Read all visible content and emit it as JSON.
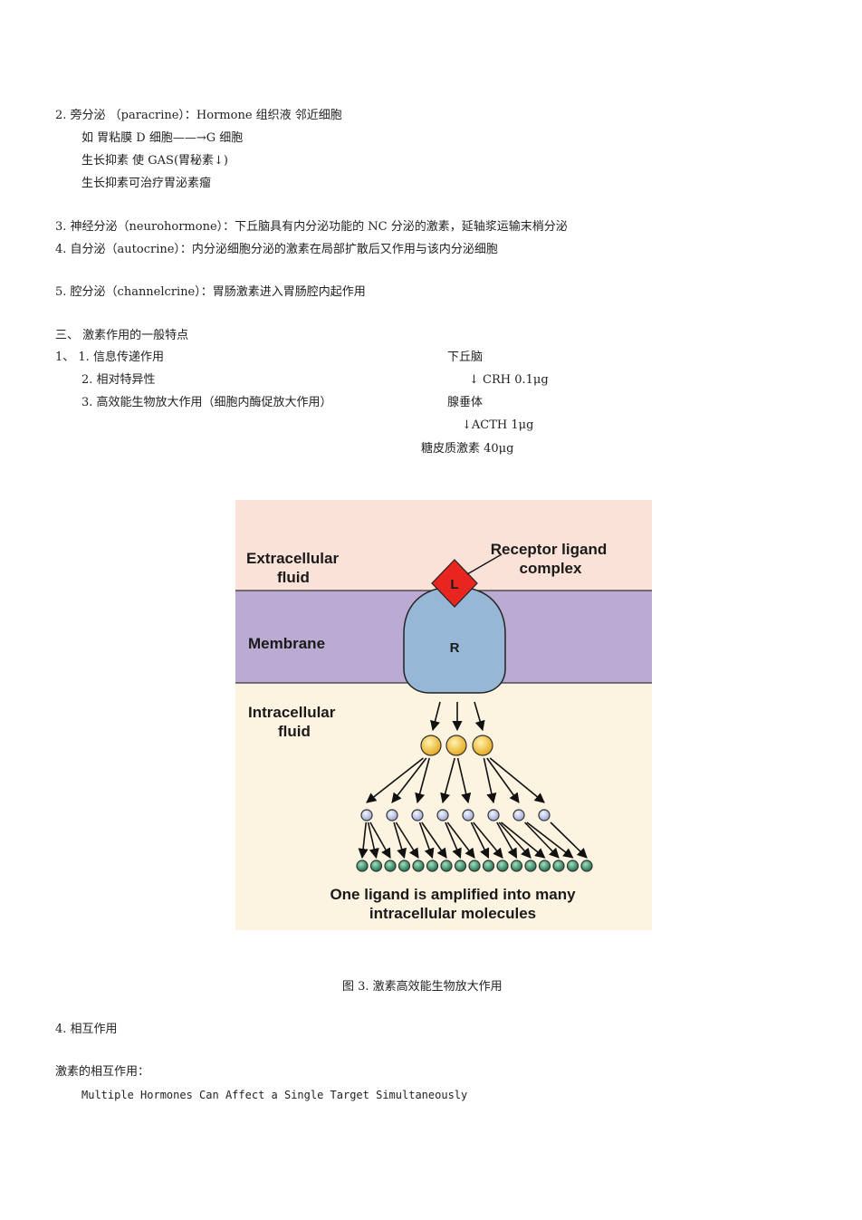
{
  "section2": {
    "line1": "2. 旁分泌 （paracrine）：Hormone 组织液 邻近细胞",
    "line2": "如 胃粘膜 D 细胞——→G 细胞",
    "line3": "生长抑素 使 GAS(胃秘素↓)",
    "line4": "生长抑素可治疗胃泌素瘤"
  },
  "section3": "3. 神经分泌（neurohormone）：下丘脑具有内分泌功能的 NC 分泌的激素，延轴浆运输末梢分泌",
  "section4": "4. 自分泌（autocrine）：内分泌细胞分泌的激素在局部扩散后又作用与该内分泌细胞",
  "section5": "5. 腔分泌（channelcrine）：胃肠激素进入胃肠腔内起作用",
  "part3": {
    "heading": "三、 激素作用的一般特点",
    "item1": "1、 1. 信息传递作用",
    "item2": "2. 相对特异性",
    "item3": "3. 高效能生物放大作用（细胞内酶促放大作用）"
  },
  "cascade": {
    "hypothalamus": "下丘脑",
    "crh": "↓ CRH 0.1μg",
    "pituitary": "腺垂体",
    "acth": "↓ACTH 1μg",
    "cortisol": "糖皮质激素 40μg"
  },
  "figure": {
    "extracellular": [
      "Extracellular",
      "fluid"
    ],
    "receptor_complex": [
      "Receptor ligand",
      "complex"
    ],
    "membrane": "Membrane",
    "intracellular": [
      "Intracellular",
      "fluid"
    ],
    "ligand": "L",
    "receptor": "R",
    "caption_lines": [
      "One ligand is amplified into many",
      "intracellular molecules"
    ],
    "colors": {
      "extracellular_bg": "#fbe2d9",
      "membrane": "#bbaad2",
      "intracellular_bg": "#fdf3e1",
      "receptor": "#97b7d7",
      "ligand": "#e8261f",
      "second_messenger": "#f3c431",
      "third_level": "#c3cbe4",
      "fourth_level": "#2f8a66"
    }
  },
  "figure_caption": "图 3. 激素高效能生物放大作用",
  "section_interaction": "4. 相互作用",
  "interaction_label": "激素的相互作用：",
  "interaction_en": "Multiple Hormones Can Affect a Single Target Simultaneously"
}
